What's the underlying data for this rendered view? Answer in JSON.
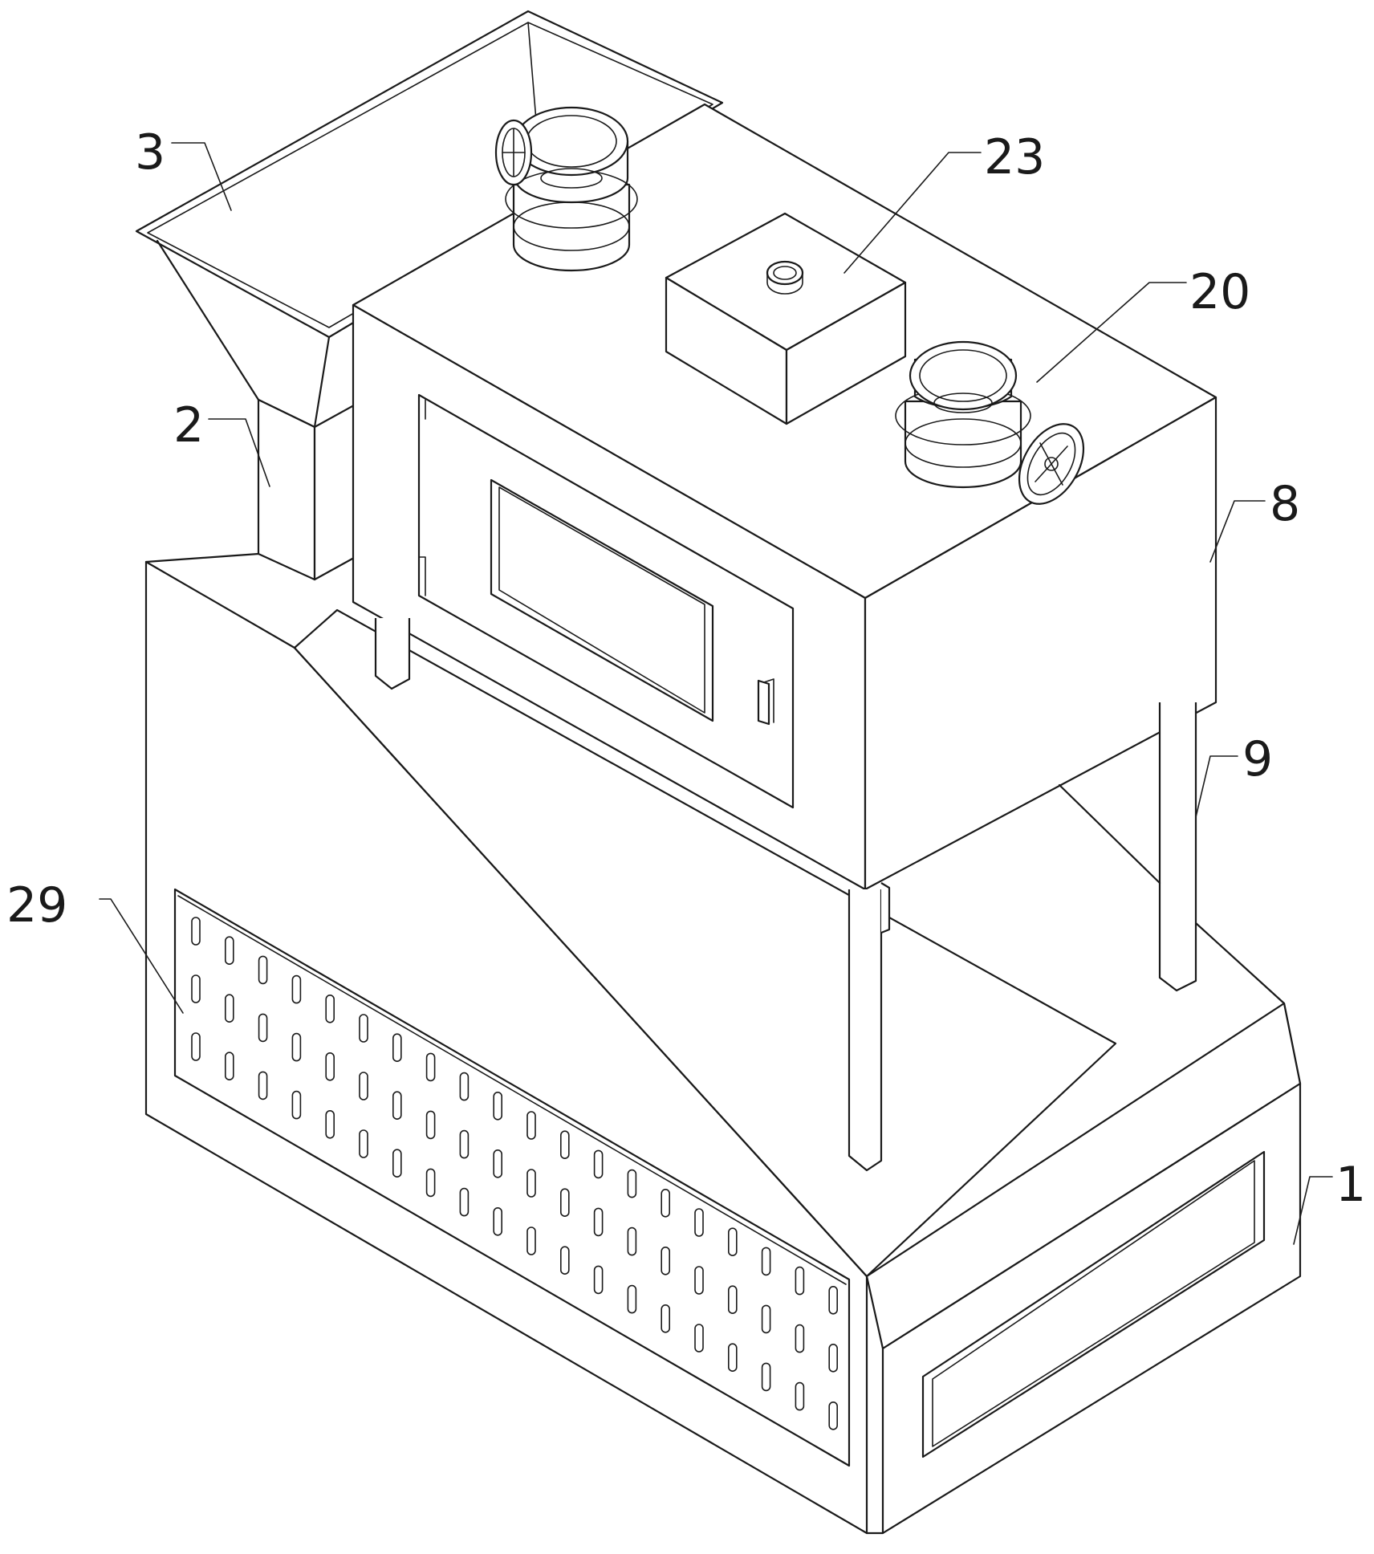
{
  "labels": {
    "l1": "1",
    "l2": "2",
    "l3": "3",
    "l8": "8",
    "l9": "9",
    "l20": "20",
    "l23": "23",
    "l29": "29"
  }
}
